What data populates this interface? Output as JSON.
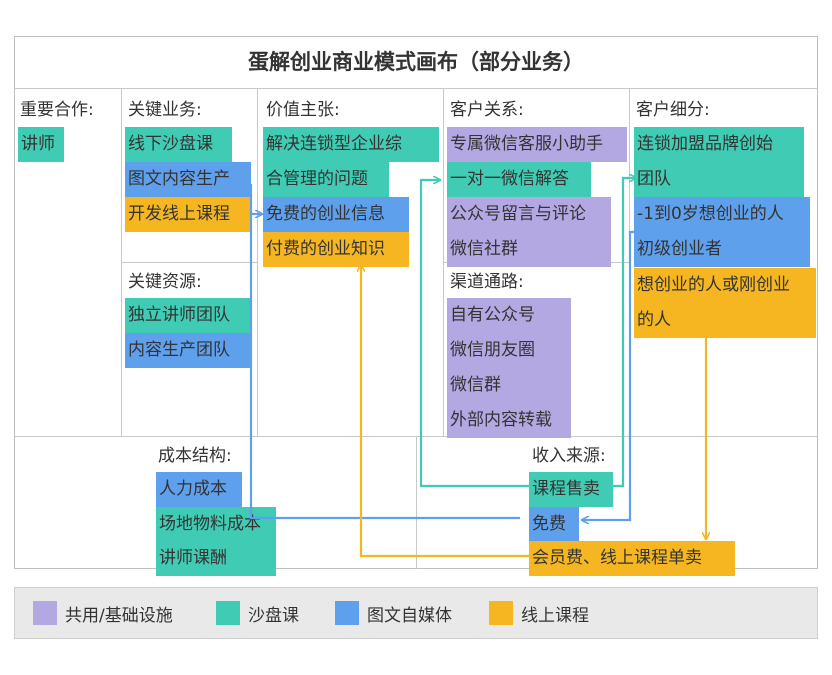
{
  "title": "蛋解创业商业模式画布（部分业务）",
  "colors": {
    "shared": "#b4a8e3",
    "sandtable": "#3fcbb4",
    "media": "#5fa0ec",
    "online": "#f6b622"
  },
  "sections": {
    "key_partners": {
      "heading": "重要合作:",
      "items": [
        "讲师"
      ]
    },
    "key_activities": {
      "heading": "关键业务:",
      "items": [
        "线下沙盘课",
        "图文内容生产",
        "开发线上课程"
      ]
    },
    "key_resources": {
      "heading": "关键资源:",
      "items": [
        "独立讲师团队",
        "内容生产团队"
      ]
    },
    "value_propositions": {
      "heading": "价值主张:",
      "items": [
        "解决连锁型企业综",
        "合管理的问题",
        "免费的创业信息",
        "付费的创业知识"
      ]
    },
    "customer_relationships": {
      "heading": "客户关系:",
      "items": [
        "专属微信客服小助手",
        "一对一微信解答",
        "公众号留言与评论",
        "微信社群"
      ]
    },
    "channels": {
      "heading": "渠道通路:",
      "items": [
        "自有公众号",
        "微信朋友圈",
        "微信群",
        "外部内容转载"
      ]
    },
    "customer_segments": {
      "heading": "客户细分:",
      "items": [
        "连锁加盟品牌创始",
        "团队",
        "-1到0岁想创业的人",
        "初级创业者",
        "想创业的人或刚创业",
        "的人"
      ]
    },
    "cost_structure": {
      "heading": "成本结构:",
      "items": [
        "人力成本",
        "场地物料成本",
        "讲师课酬"
      ]
    },
    "revenue_streams": {
      "heading": "收入来源:",
      "items": [
        "课程售卖",
        "免费",
        "会员费、线上课程单卖"
      ]
    }
  },
  "legend": [
    {
      "label": "共用/基础设施",
      "color": "#b4a8e3"
    },
    {
      "label": "沙盘课",
      "color": "#3fcbb4"
    },
    {
      "label": "图文自媒体",
      "color": "#5fa0ec"
    },
    {
      "label": "线上课程",
      "color": "#f6b622"
    }
  ]
}
